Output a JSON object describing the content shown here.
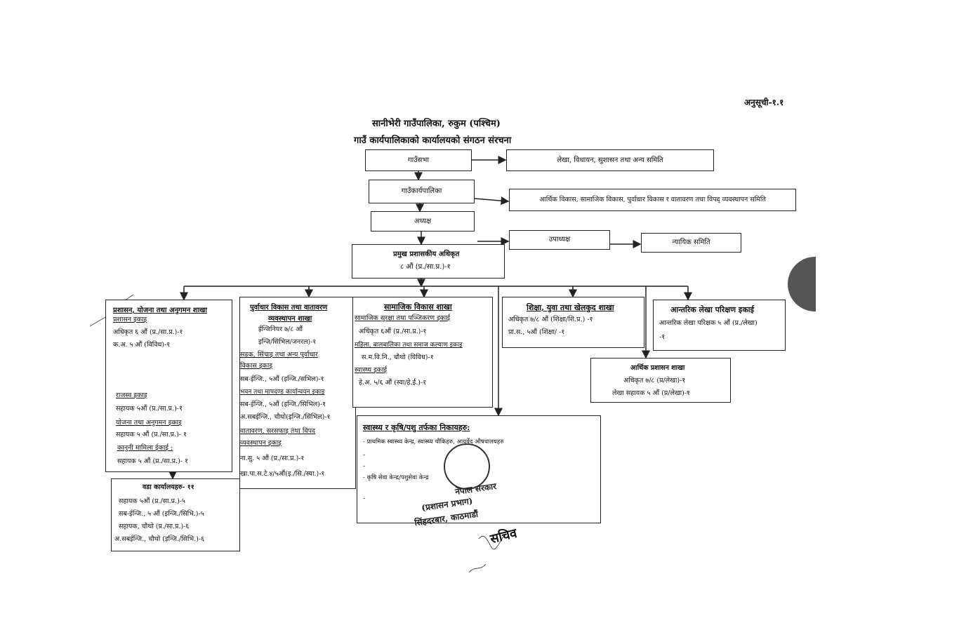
{
  "annex": "अनुसूची-१.१",
  "title_line1": "सानीभेरी गाउँपालिका, रुकुम (पश्चिम)",
  "title_line2": "गाउँ कार्यपालिकाको कार्यालयको संगठन संरचना",
  "top": {
    "gaunsabha": "गाउँसभा",
    "lekha_samiti": "लेखा, विधायन, सुशासन तथा अन्य समिति",
    "karyapalika": "गाउँकार्यपालिका",
    "arthik_samiti": "आर्थिक विकास, सामाजिक विकास, पुर्वाधार विकास र वातावरण तथा विपद् व्यवस्थापन समिति",
    "adhyaksha": "अध्यक्ष",
    "upadhyaksha": "उपाध्यक्ष",
    "nyayik": "न्यायिक समिति",
    "cao_title": "प्रमुख प्रशासकीय अधिकृत",
    "cao_level": "८ औं (प्र./सा.प्र.)-१"
  },
  "branches": {
    "prashasan": {
      "title": "प्रशासन, योजना  तथा अनुगमन शाखा",
      "unit1": "प्रशासन इकाइ",
      "l1": "अधिकृत ६ औं (प्र./सा.प्र.)-१",
      "l2": "क.अ. ५ औं (विविध)-१",
      "unit2": "राजस्व इकाइ",
      "l3": "सहायक ५औं (प्र./सा.प्र.)-१",
      "unit3": "योजना तथा अनुगमन इकाइ",
      "l4": "सहायक ५ औं (प्र./सा.प्र.)- १",
      "unit4": "कानुनी  मामिला ईकाई :",
      "l5": "सहायक ५ औं (प्र./सा.प्र.)- १"
    },
    "wada": {
      "title": "वडा कार्यालयहरु- ११",
      "l1": "सहायक ५औं (प्र./सा.प्र.)-५",
      "l2": "सब-ईन्जि., ५ औं (इन्जि./सिभि.)-५",
      "l3": "सहायक, चौथो (प्र./सा.प्र.)-६",
      "l4": "अ.सबईन्जि., चौथो (इन्जि./सिभि.)-६"
    },
    "purwadhar": {
      "title": "पुर्वाधार विकास तथा वातावरण",
      "title2": "व्यवस्थापन शाखा",
      "l1": "ईन्जिनियर ७/८ औं",
      "l2": "इन्जि/सिभिल/जनरल)-१",
      "unit1": "सडक, सिंचाइ तथा अन्य पुर्वाधार",
      "unit1b": "विकास इकाइ",
      "l3": "सब-ईन्जि., ५औं (इन्जि./सभिल)-१",
      "unit2": "भवन तथा मापदण्ड कार्यान्वयन इकाइ",
      "l4": "सब-ईन्जि., ५औं (इन्जि./सिभिल)-१",
      "l5": "अ.सबईन्जि., चौथो(इन्जि./सिभिल)-१",
      "unit3": "वातावरण, सरसफाइ तथा विपद",
      "unit3b": "व्यवस्थापन इकाइ",
      "l6": "ना.सु. ५ औं (प्र./सा.प्र.)-१",
      "l7": "खा.पा.स.टे.४/५औं(इ./सि./स्या.)-१"
    },
    "samajik": {
      "title": "सामाजिक विकास शाखा",
      "unit1": "सामाजिक सुरक्षा तथा पञ्जिकरण इकाई",
      "l1": "अधिकृत ६औं (प्र./सा.प्र.)-१",
      "unit2": "महिला, बालबालिका तथा समाज कल्याण इकाइ",
      "l2": "स.म.वि.नि., चौथो (विविध)-१",
      "unit3": "स्वास्थ्य  इकाई",
      "l3": "हे.अ. ५/६ औं (स्वा/हे.ई.)-१"
    },
    "shiksha": {
      "title": "शिक्षा, युवा तथा खेलकुद शाखा",
      "l1": "अधिकृत ७/८ औं (शिक्षा/शि.प्र.) -१",
      "l2": "प्रा.स., ५औं (शिक्षा/ -१"
    },
    "aantarik": {
      "title": "आन्तरिक लेखा परिक्षण इकाई",
      "l1": "आन्तरिक लेखा परिक्षक ५ औं  (प्र./लेखा)",
      "l2": "-१"
    },
    "arthik": {
      "title": "आर्थिक प्रशासन शाखा",
      "l1": "अधिकृत ७/८ (प्र/लेखा)-१",
      "l2": "लेखा सहायक ५ औं (प्र/लेखा)-१"
    },
    "swasthya": {
      "title": "स्वास्थ्य र कृषि/पशु तर्फका निकायहरु:",
      "l1": "- प्राथमिक स्वास्थ्य केन्द्र, स्वास्थ्य चौकिहरु, आयुर्वेद औषधालयहरु",
      "l2": "-",
      "l3": "-",
      "l4": "- कृषि सेवा केन्द्र/पशुसेवा केन्द्र",
      "l5": "-"
    }
  },
  "seal": {
    "line1": "नेपाल सरकार",
    "line2": "(प्रशासन प्रभाग)",
    "line3": "सिंहदरबार, काठमाडौं",
    "sign": "सचिव"
  }
}
